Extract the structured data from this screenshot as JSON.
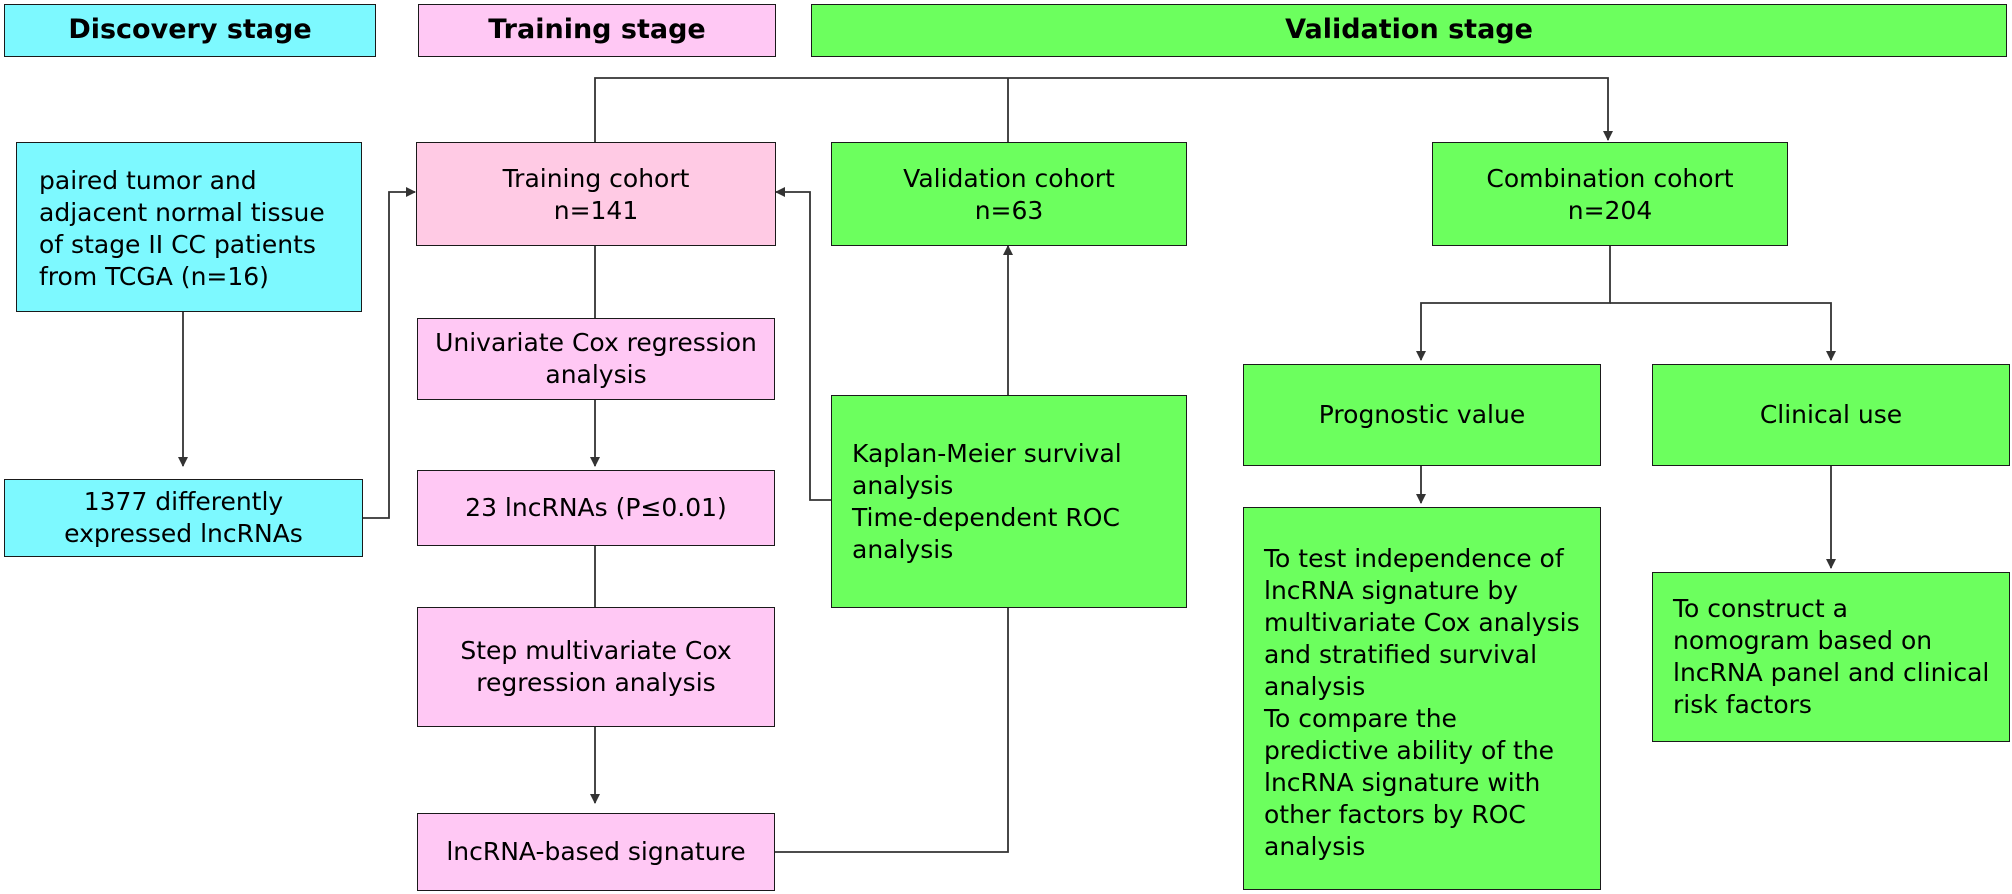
{
  "colors": {
    "discovery": "#7df9ff",
    "training": "#ffc8f4",
    "validation": "#6cff5e",
    "line": "#333333"
  },
  "headers": {
    "discovery": "Discovery stage",
    "training": "Training stage",
    "validation": "Validation stage"
  },
  "discovery": {
    "tcga": "paired tumor and\nadjacent normal tissue\nof stage II CC patients\nfrom TCGA (n=16)",
    "degs": "1377 differently\nexpressed lncRNAs"
  },
  "training": {
    "cohort": "Training cohort\nn=141",
    "univariate": "Univariate Cox regression\nanalysis",
    "selected": "23 lncRNAs (P≤0.01)",
    "multivariate": "Step multivariate Cox\nregression analysis",
    "signature": "lncRNA-based signature"
  },
  "validation": {
    "cohort": "Validation cohort\nn=63",
    "km": "Kaplan-Meier survival\nanalysis\nTime-dependent ROC\nanalysis",
    "combination": "Combination cohort\nn=204",
    "prognostic": "Prognostic value",
    "clinical": "Clinical use",
    "prognostic_detail": "To test independence of\nlncRNA signature by\nmultivariate Cox analysis\nand stratified survival\nanalysis\nTo compare the\npredictive ability of the\nlncRNA signature with\nother factors by ROC\nanalysis",
    "clinical_detail": "To construct a\nnomogram based on\nlncRNA panel and clinical\nrisk factors"
  }
}
